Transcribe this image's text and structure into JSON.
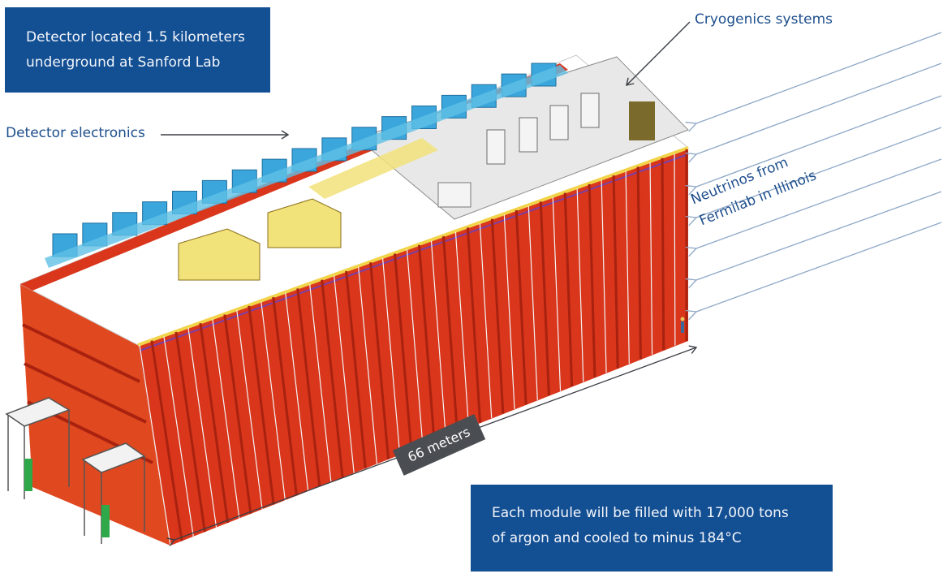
{
  "annotations": {
    "location_box": {
      "line1": "Detector located 1.5 kilometers",
      "line2": "underground at Sanford Lab"
    },
    "electronics_label": "Detector electronics",
    "cryogenics_label": "Cryogenics systems",
    "neutrino_label": {
      "line1": "Neutrinos from",
      "line2": "Fermilab in Illinois"
    },
    "length_label": "66 meters",
    "filling_box": {
      "line1": "Each module will be filled with 17,000 tons",
      "line2": "of argon and cooled to minus 184°C"
    }
  },
  "colors": {
    "box_blue": "#134f93",
    "label_blue": "#1d4e8c",
    "frame_red": "#d9361c",
    "frame_dark": "#a8220f",
    "electronics_cyan": "#3aa6dc",
    "deck_yellow": "#f2e27a",
    "arrow_gray": "#3b3e44",
    "neutrino_line": "#8ea7c6",
    "tag_gray": "#4a4d52"
  }
}
